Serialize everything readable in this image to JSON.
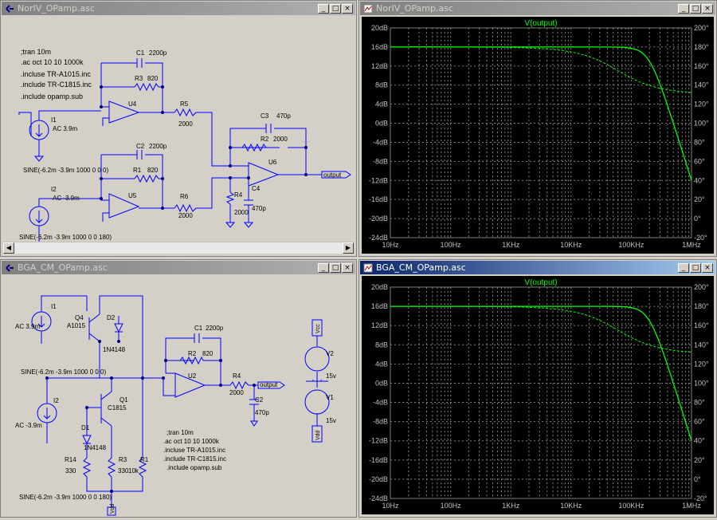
{
  "windows": {
    "sch1": {
      "title": "NorIV_OPamp.asc",
      "directives": [
        ";tran 10m",
        ".ac oct 10 10 1000k",
        ".incluse TR-A1015.inc",
        ".include TR-C1815.inc",
        ".include opamp.sub"
      ],
      "components": {
        "C1": "C1",
        "C1v": "2200p",
        "R3": "R3",
        "R3v": "820",
        "U4": "U4",
        "R5": "R5",
        "R5v": "2000",
        "C3": "C3",
        "C3v": "470p",
        "R2": "R2",
        "R2v": "2000",
        "U6": "U6",
        "I1": "I1",
        "I1v": "AC 3.9m",
        "I1s": "SINE(-6.2m -3.9m 1000 0 0 0)",
        "C2": "C2",
        "C2v": "2200p",
        "R1": "R1",
        "R1v": "820",
        "U5": "U5",
        "R6": "R6",
        "R6v": "2000",
        "R4": "R4",
        "R4v": "2000",
        "C4": "C4",
        "C4v": "470p",
        "I2": "I2",
        "I2v": "AC -3.9m",
        "I2s": "SINE(-6.2m -3.9m 1000 0 0 180)",
        "out": "output"
      }
    },
    "sch2": {
      "title": "BGA_CM_OPamp.asc",
      "components": {
        "I1": "I1",
        "I1v": "AC 3.9m",
        "Q4": "Q4",
        "Q4v": "A1015",
        "D2": "D2",
        "D2v": "1N4148",
        "C1": "C1",
        "C1v": "2200p",
        "R2": "R2",
        "R2v": "820",
        "U2": "U2",
        "R4": "R4",
        "R4v": "2000",
        "out": "output",
        "C2": "C2",
        "C2v": "470p",
        "sine1": "SINE(-6.2m -3.9m 1000 0 0 0)",
        "I2": "I2",
        "I2v": "AC -3.9m",
        "Q1": "Q1",
        "Q1v": "C1815",
        "D1": "D1",
        "D1v": "1N4148",
        "R14": "R14",
        "R14v": "330",
        "R3": "R3",
        "R3v": "330",
        "R1": "R1",
        "R1v": "10k",
        "sine2": "SINE(-6.2m -3.9m 1000 0 0 180)",
        "Vdd": "Vdd",
        "Vcc": "Vcc",
        "V2": "V2",
        "V2v": "15v",
        "V1": "V1",
        "V1v": "15v"
      },
      "directives": [
        ";tran 10m",
        ".ac oct 10 10 1000k",
        ".incluse TR-A1015.inc",
        ".include TR-C1815.inc",
        ".include opamp.sub"
      ]
    },
    "plot1": {
      "title": "NorIV_OPamp.asc",
      "trace": "V(output)"
    },
    "plot2": {
      "title": "BGA_CM_OPamp.asc",
      "trace": "V(output)"
    }
  },
  "axes": {
    "y_left": [
      "20dB",
      "16dB",
      "12dB",
      "8dB",
      "4dB",
      "0dB",
      "-4dB",
      "-8dB",
      "-12dB",
      "-16dB",
      "-20dB",
      "-24dB"
    ],
    "y_right": [
      "200°",
      "180°",
      "160°",
      "140°",
      "120°",
      "100°",
      "80°",
      "60°",
      "40°",
      "20°",
      "0°",
      "-20°"
    ],
    "x": [
      "10Hz",
      "100Hz",
      "1KHz",
      "10KHz",
      "100KHz",
      "1MHz"
    ]
  },
  "colors": {
    "trace": "#00ff00",
    "grid": "#808080",
    "wire": "#0000ff",
    "text": "#000000"
  }
}
